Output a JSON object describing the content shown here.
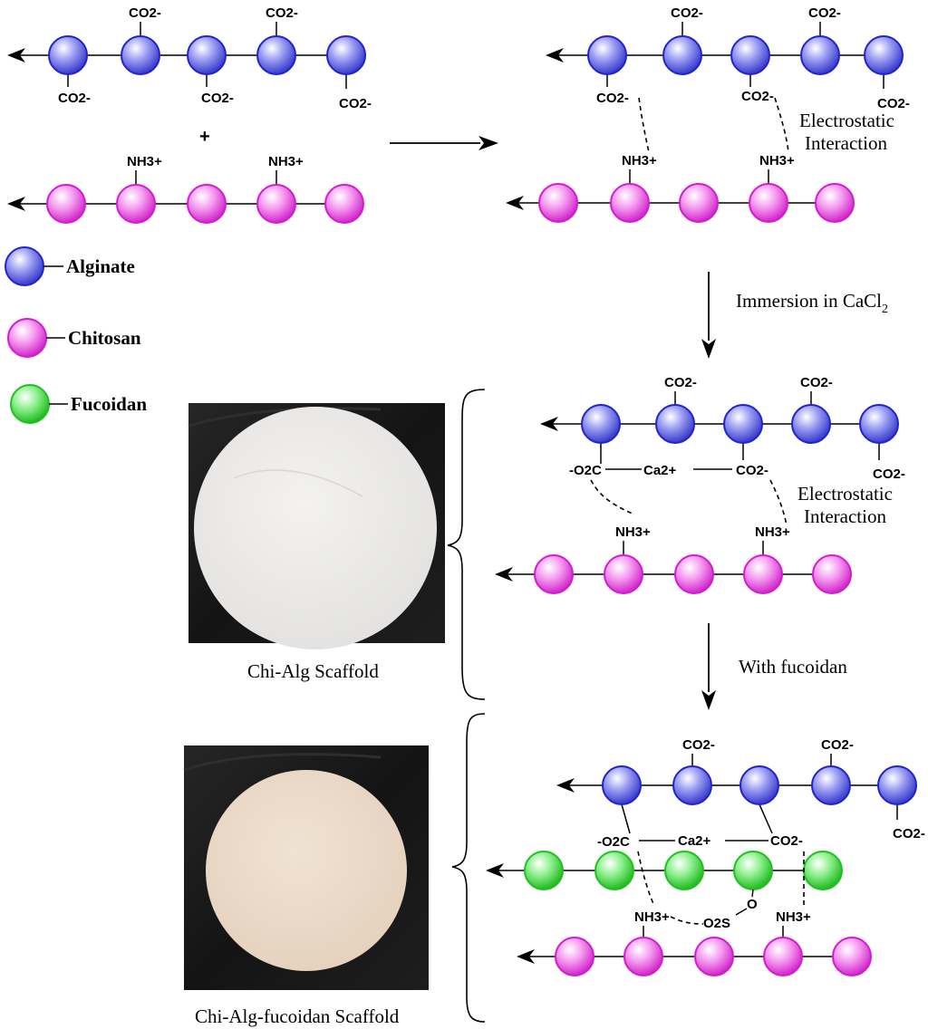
{
  "colors": {
    "alginate": "#2d2de0",
    "chitosan": "#d21cd2",
    "fucoidan": "#1ec21e",
    "photo_bg": "#161616",
    "chi_alg_disc": "#ecebea",
    "chi_alg_fucoidan_disc": "#eddcca"
  },
  "chem": {
    "carboxylate": "CO2-",
    "carboxylate_left": "-O2C",
    "ammonium": "NH3+",
    "calcium": "Ca2+",
    "sulfate": "O2S",
    "oxygen": "O",
    "plus_sign": "+"
  },
  "legend": {
    "alginate": "Alginate",
    "chitosan": "Chitosan",
    "fucoidan": "Fucoidan"
  },
  "labels": {
    "electrostatic_1": "Electrostatic",
    "interaction_1": "Interaction",
    "electrostatic_2": "Electrostatic",
    "interaction_2": "Interaction",
    "step_immersion": "Immersion in CaCl",
    "step_immersion_sub": "2",
    "step_fucoidan": "With fucoidan",
    "caption_chi_alg": "Chi-Alg Scaffold",
    "caption_chi_alg_fucoidan": "Chi-Alg-fucoidan Scaffold"
  }
}
